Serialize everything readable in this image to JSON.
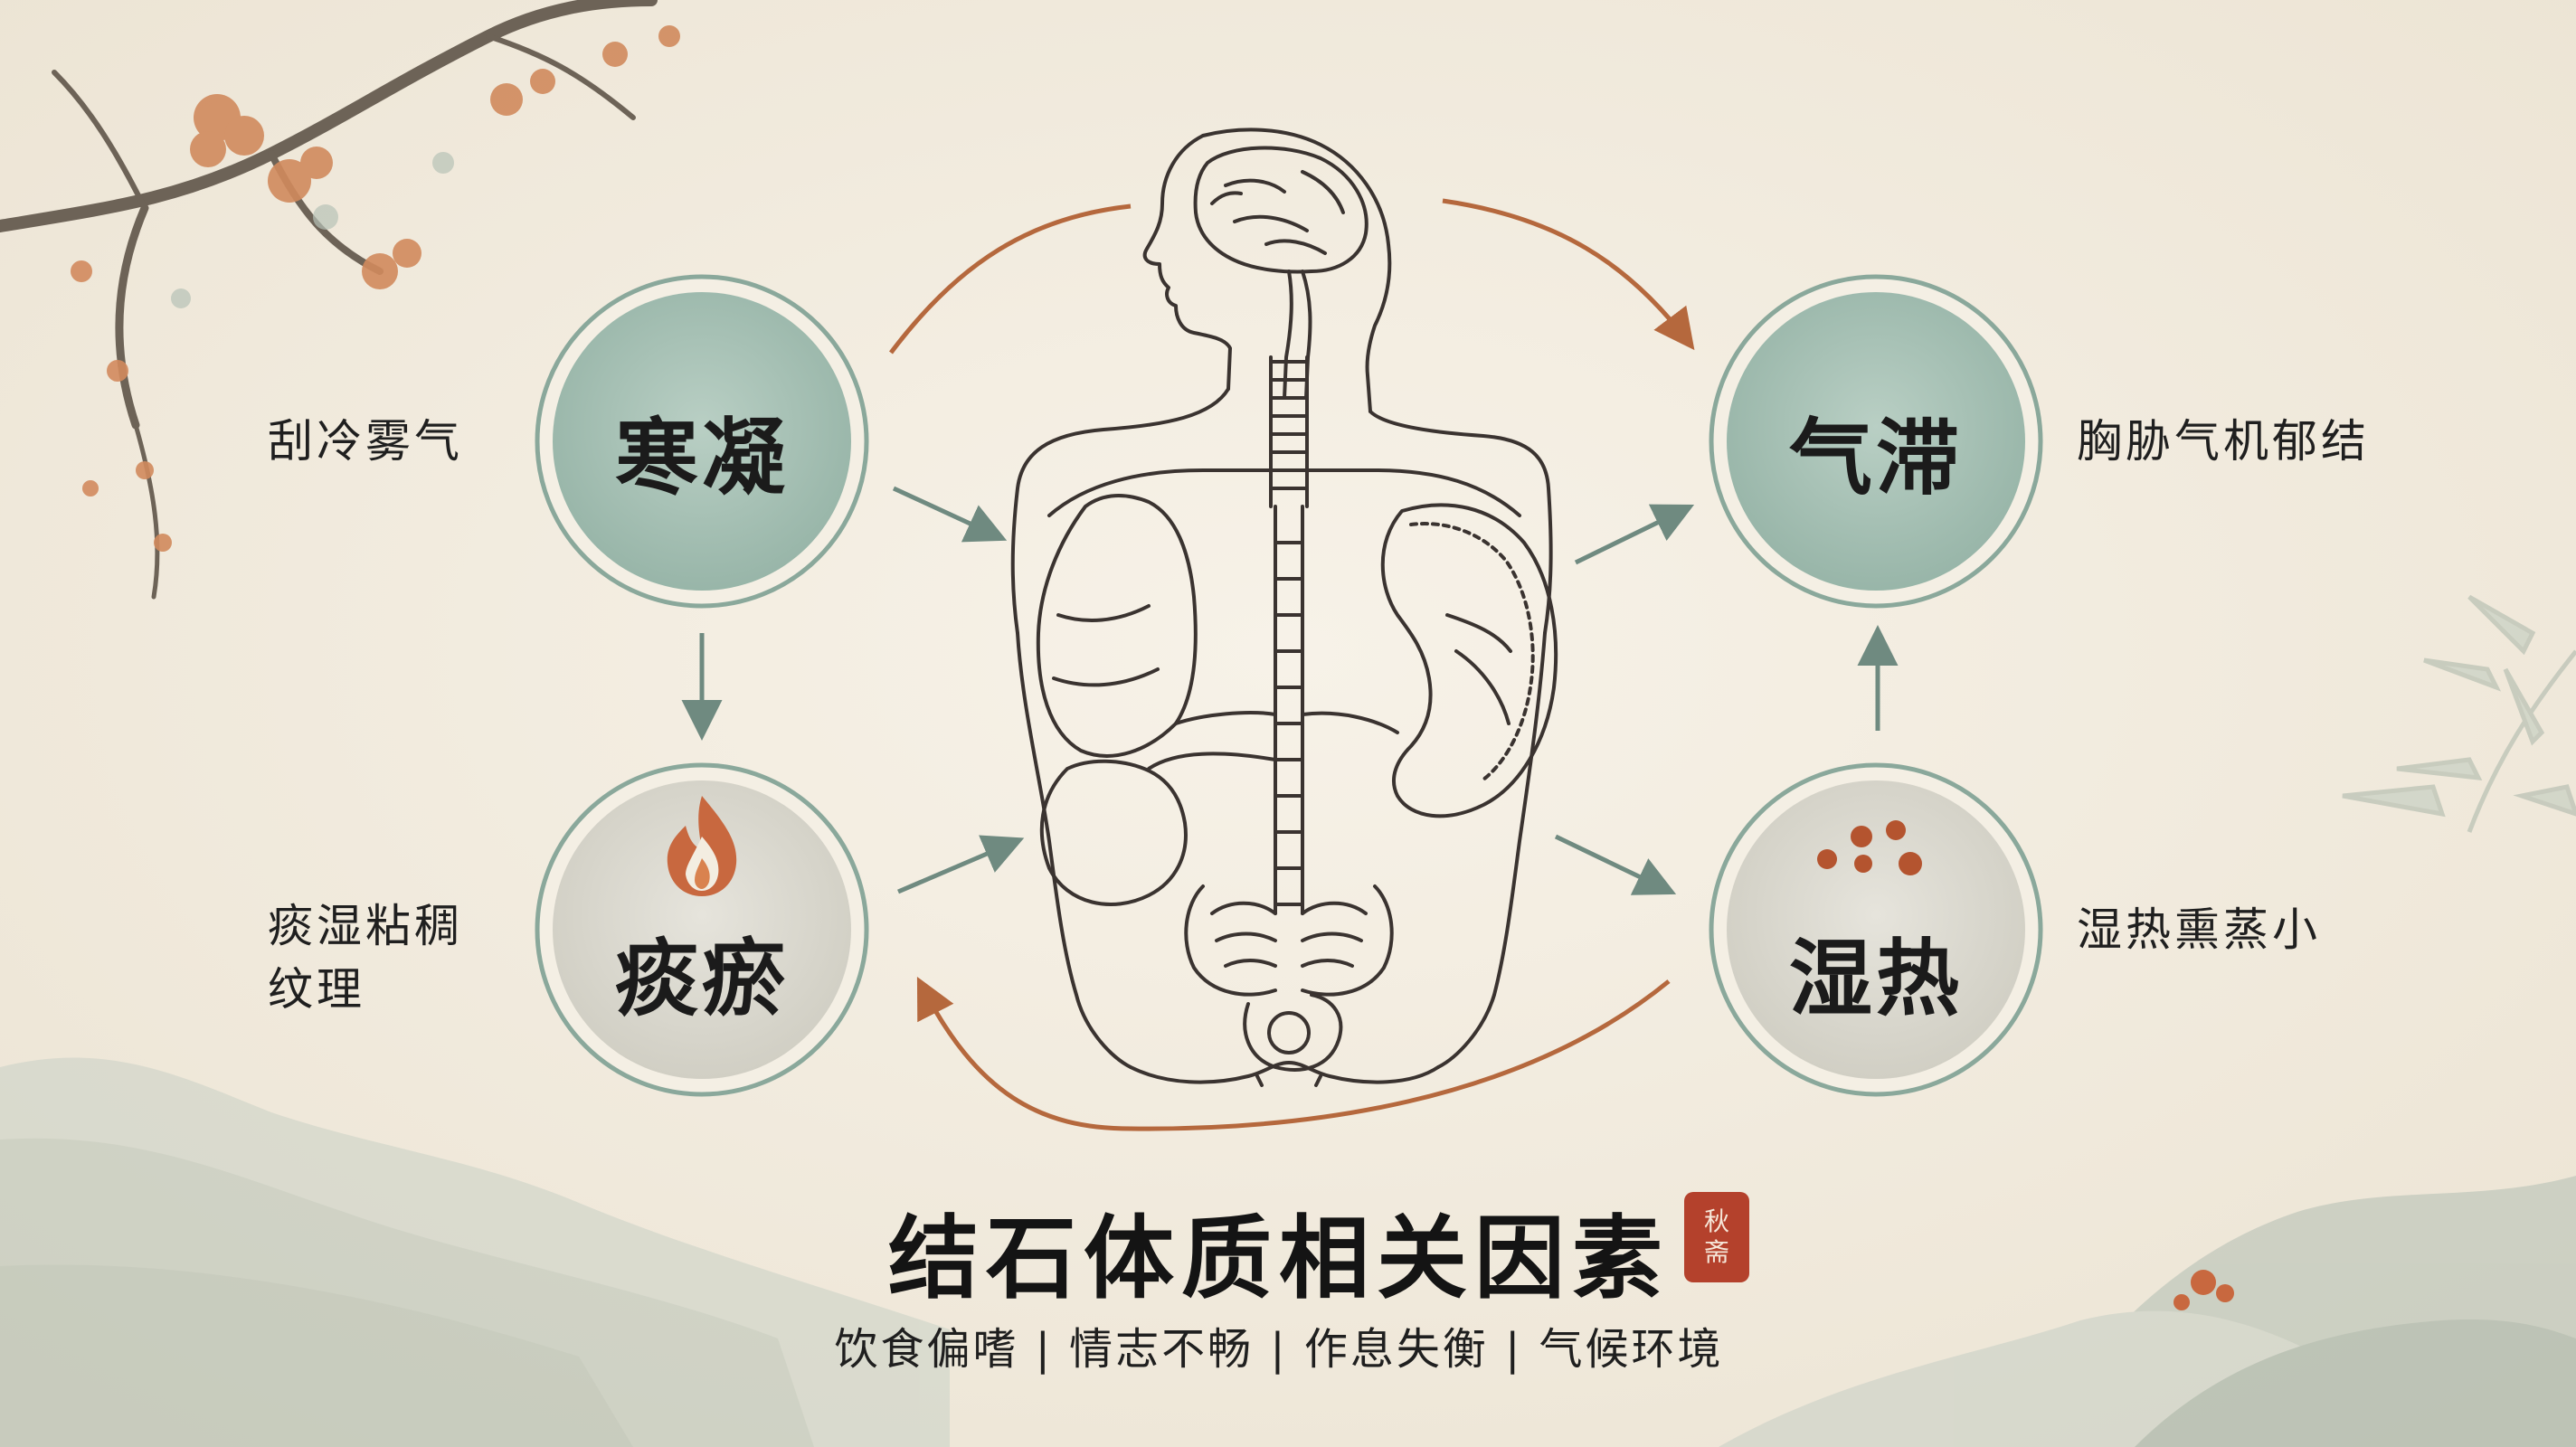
{
  "title": "结石体质相关因素",
  "subtitle": "饮食偏嗜 | 情志不畅 | 作息失衡 | 气候环境",
  "seal": {
    "line1": "秋",
    "line2": "斋"
  },
  "colors": {
    "background": "#f3ede1",
    "circle_green": "#a9c3b7",
    "circle_grey": "#d9d8cf",
    "ring": "#8aa89b",
    "arrow_green": "#6f8a80",
    "arrow_orange": "#b5683d",
    "ink": "#3a3330"
  },
  "nodes": [
    {
      "id": "hanning",
      "label": "寒凝",
      "note": "刮冷雾气",
      "fill": "green"
    },
    {
      "id": "qizhi",
      "label": "气滞",
      "note": "胸胁气机郁结",
      "fill": "green"
    },
    {
      "id": "tanyu",
      "label": "痰瘀",
      "note_lines": [
        "痰湿粘稠",
        "纹理"
      ],
      "icon": "flame-icon",
      "fill": "grey"
    },
    {
      "id": "shire",
      "label": "湿热",
      "note": "湿热熏蒸小",
      "icon": "dots-icon",
      "fill": "grey"
    }
  ],
  "center_figure": "human-anatomy-icon"
}
